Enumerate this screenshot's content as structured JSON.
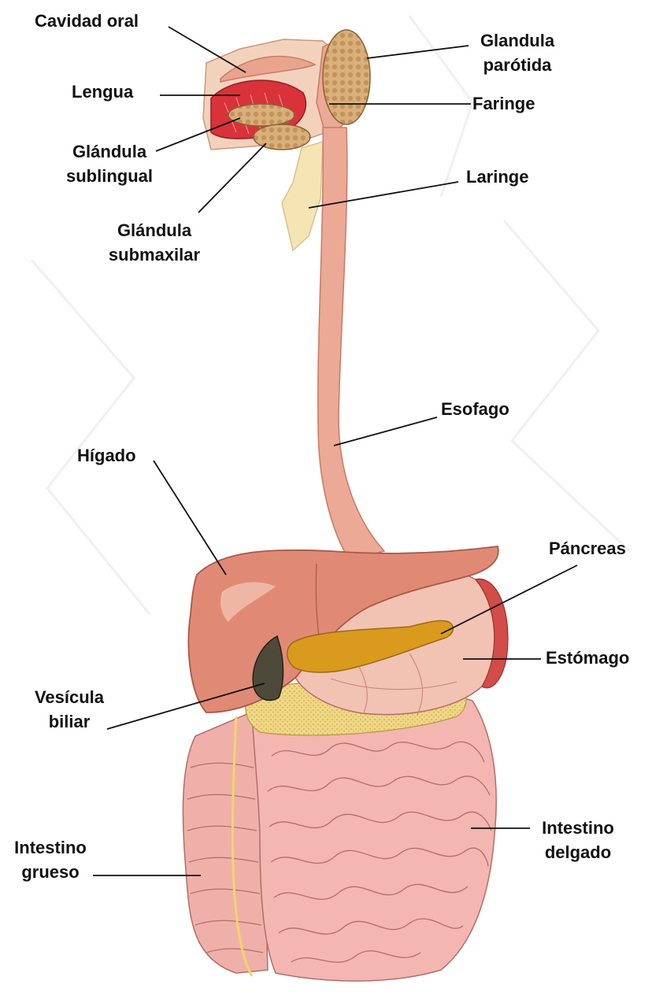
{
  "colors": {
    "background": "#ffffff",
    "organ_pink": "#e9a48f",
    "organ_dark": "#cf6f5c",
    "liver": "#e08a76",
    "tongue_red": "#d9323a",
    "gland_tan": "#d9b07a",
    "pancreas": "#d99a1e",
    "fat_yellow": "#efd785",
    "intestine": "#efb0aa",
    "gallbladder": "#4d4a3a",
    "larynx": "#f5e5b4",
    "leader_line": "#111111",
    "label_text": "#111111"
  },
  "labels": {
    "cavidad_oral": "Cavidad oral",
    "lengua": "Lengua",
    "glandula_sublingual": [
      "Glándula",
      "sublingual"
    ],
    "glandula_submaxilar": [
      "Glándula",
      "submaxilar"
    ],
    "glandula_parotida": [
      "Glandula",
      "parótida"
    ],
    "faringe": "Faringe",
    "laringe": "Laringe",
    "esofago": "Esofago",
    "higado": "Hígado",
    "pancreas": "Páncreas",
    "estomago": "Estómago",
    "vesicula_biliar": [
      "Vesícula",
      "biliar"
    ],
    "intestino_delgado": [
      "Intestino",
      "delgado"
    ],
    "intestino_grueso": [
      "Intestino",
      "grueso"
    ]
  }
}
